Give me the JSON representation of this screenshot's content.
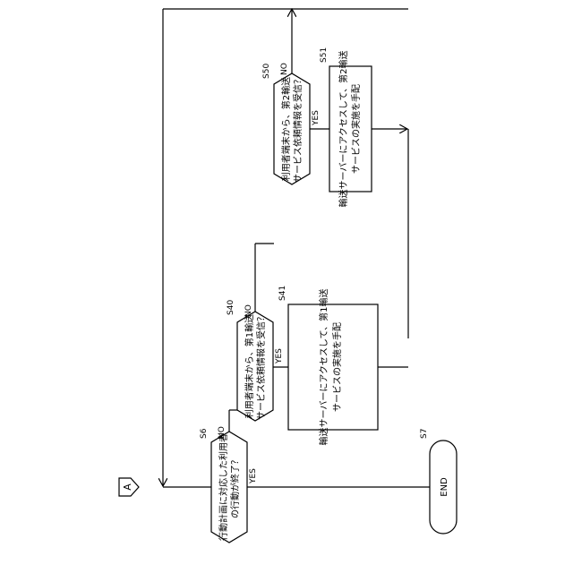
{
  "connector_a": "A",
  "steps": {
    "s6": {
      "id": "S6",
      "line1": "行動計画に対応した利用者",
      "line2": "の行動が終了？"
    },
    "s7": {
      "id": "S7",
      "label": "END"
    },
    "s40": {
      "id": "S40",
      "line1": "利用者端末から、第1輸送",
      "line2": "サービス依頼情報を受信？"
    },
    "s41": {
      "id": "S41",
      "line1": "輸送サーバーにアクセスして、第1輸送",
      "line2": "サービスの実施を手配"
    },
    "s50": {
      "id": "S50",
      "line1": "利用者端末から、第2輸送",
      "line2": "サービス依頼情報を受信？"
    },
    "s51": {
      "id": "S51",
      "line1": "輸送サーバーにアクセスして、第2輸送",
      "line2": "サービスの実施を手配"
    }
  },
  "branches": {
    "yes": "YES",
    "no": "NO"
  }
}
